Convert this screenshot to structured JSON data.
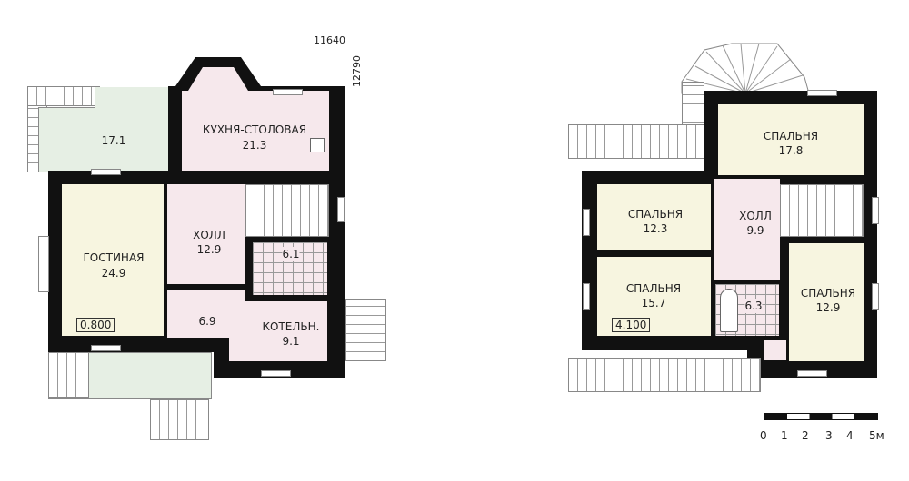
{
  "dimensions": {
    "width": "11640",
    "depth": "12790"
  },
  "ground_floor": {
    "rooms": [
      {
        "name": "",
        "area": "17.1"
      },
      {
        "name": "КУХНЯ-СТОЛОВАЯ",
        "area": "21.3"
      },
      {
        "name": "ГОСТИНАЯ",
        "area": "24.9"
      },
      {
        "name": "ХОЛЛ",
        "area": "12.9"
      },
      {
        "name": "",
        "area": "6.1"
      },
      {
        "name": "",
        "area": "6.9"
      },
      {
        "name": "КОТЕЛЬН.",
        "area": "9.1"
      }
    ],
    "level": "0.800"
  },
  "upper_floor": {
    "rooms": [
      {
        "name": "СПАЛЬНЯ",
        "area": "17.8"
      },
      {
        "name": "СПАЛЬНЯ",
        "area": "12.3"
      },
      {
        "name": "ХОЛЛ",
        "area": "9.9"
      },
      {
        "name": "СПАЛЬНЯ",
        "area": "15.7"
      },
      {
        "name": "",
        "area": "6.3"
      },
      {
        "name": "СПАЛЬНЯ",
        "area": "12.9"
      }
    ],
    "level": "4.100"
  },
  "scale": {
    "ticks": [
      "0",
      "1",
      "2",
      "3",
      "4",
      "5м"
    ]
  },
  "colors": {
    "wall": "#111111",
    "pink": "#f6e8ec",
    "beige": "#f7f5e0",
    "green": "#e6efe4"
  }
}
